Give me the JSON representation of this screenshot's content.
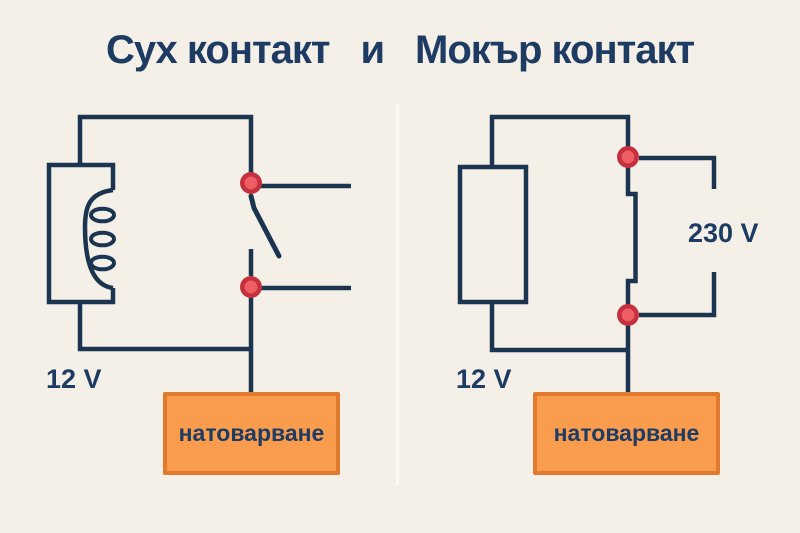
{
  "title": {
    "part1": "Сух контакт",
    "conjunction": "и",
    "part2": "Мокър контакт"
  },
  "left_panel": {
    "name": "Сух контакт",
    "voltage_label": "12 V",
    "load_label": "натоварване"
  },
  "right_panel": {
    "name": "Мокър контакт",
    "voltage_label": "12 V",
    "output_voltage_label": "230 V",
    "load_label": "натоварване"
  },
  "colors": {
    "background": "#f4f0e8",
    "navy_text": "#1e3c63",
    "wire": "#1b3551",
    "dot_fill": "#ef5d64",
    "dot_ring": "#c62f3d",
    "load_fill": "#f99c4e",
    "load_border": "#e17a2c",
    "divider": "#fbf9f4"
  }
}
